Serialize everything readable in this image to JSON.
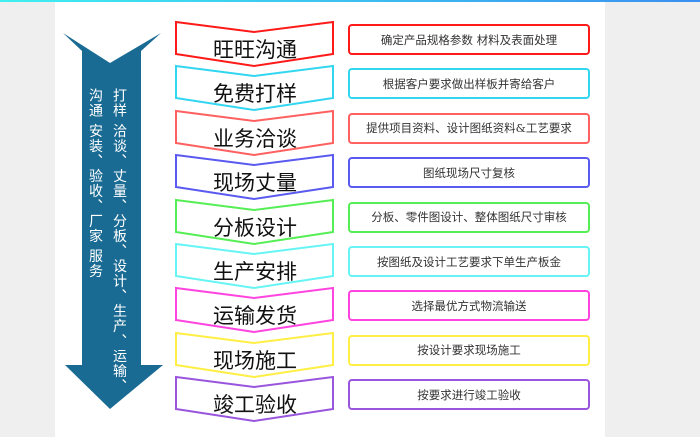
{
  "side_arrow": {
    "color": "#1a6b93",
    "column_right": "打样\n洽谈、丈量、分板、设计、生产、运输、",
    "column_left": "沟通\n安装、验收、厂家\n\n服务"
  },
  "steps": [
    {
      "label": "旺旺沟通",
      "desc": "确定产品规格参数  材料及表面处理",
      "color": "#ff1a1a"
    },
    {
      "label": "免费打样",
      "desc": "根据客户要求做出样板并寄给客户",
      "color": "#33d6f0"
    },
    {
      "label": "业务洽谈",
      "desc": "提供项目资料、设计图纸资料&工艺要求",
      "color": "#ff6060"
    },
    {
      "label": "现场丈量",
      "desc": "图纸现场尺寸复核",
      "color": "#5a5af0"
    },
    {
      "label": "分板设计",
      "desc": "分板、零件图设计、整体图纸尺寸审核",
      "color": "#55ee55"
    },
    {
      "label": "生产安排",
      "desc": "按图纸及设计工艺要求下单生产板金",
      "color": "#66f4f4"
    },
    {
      "label": "运输发货",
      "desc": "选择最优方式物流输送",
      "color": "#ff44e0"
    },
    {
      "label": "现场施工",
      "desc": "按设计要求现场施工",
      "color": "#ffee44"
    },
    {
      "label": "竣工验收",
      "desc": "按要求进行竣工验收",
      "color": "#9955dd"
    }
  ]
}
